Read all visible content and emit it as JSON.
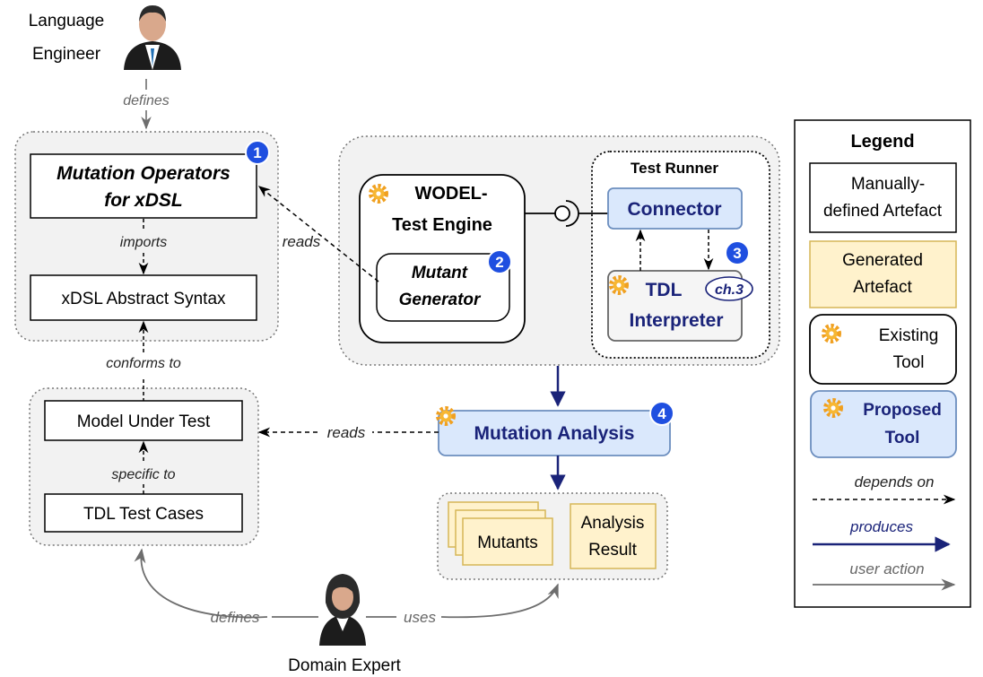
{
  "actors": {
    "language_engineer": [
      "Language",
      "Engineer"
    ],
    "domain_expert": "Domain Expert"
  },
  "edges": {
    "le_defines": "defines",
    "imports": "imports",
    "conforms_to": "conforms to",
    "specific_to": "specific to",
    "reads_operators": "reads",
    "reads_model": "reads",
    "de_defines": "defines",
    "de_uses": "uses"
  },
  "boxes": {
    "mutation_operators": [
      "Mutation Operators",
      "for xDSL"
    ],
    "abstract_syntax": "xDSL Abstract Syntax",
    "model_under_test": "Model Under Test",
    "tdl_test_cases": "TDL Test Cases",
    "wodel_engine": [
      "WODEL-",
      "Test Engine"
    ],
    "mutant_generator": [
      "Mutant",
      "Generator"
    ],
    "test_runner": "Test Runner",
    "connector": "Connector",
    "tdl_interpreter": [
      "TDL",
      "Interpreter"
    ],
    "chapter_ref": "ch.3",
    "mutation_analysis": "Mutation Analysis",
    "mutants": "Mutants",
    "analysis_result": [
      "Analysis",
      "Result"
    ]
  },
  "badges": [
    "1",
    "2",
    "3",
    "4"
  ],
  "legend": {
    "title": "Legend",
    "manual": [
      "Manually-",
      "defined Artefact"
    ],
    "generated": [
      "Generated",
      "Artefact"
    ],
    "existing": [
      "Existing",
      "Tool"
    ],
    "proposed": [
      "Proposed",
      "Tool"
    ],
    "depends_on": "depends on",
    "produces": "produces",
    "user_action": "user action"
  },
  "colors": {
    "group_bg": "#f2f2f2",
    "generated_fill": "#fff2cc",
    "generated_stroke": "#d6b656",
    "proposed_fill": "#dae8fc",
    "proposed_stroke": "#6c8ebf",
    "navy": "#1a2379",
    "badge": "#1f4fe0",
    "gray_edge": "#6e6e6e",
    "gear": "#f0a020"
  }
}
